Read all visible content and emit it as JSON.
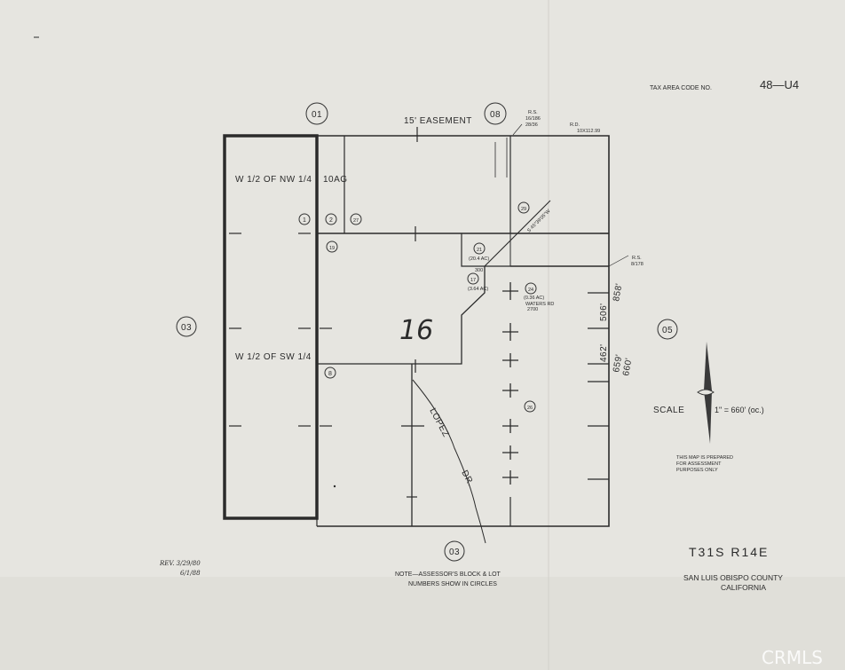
{
  "header": {
    "tax_area_label": "TAX AREA CODE NO.",
    "tax_area_code": "48—U4"
  },
  "map": {
    "page_number": "16",
    "adjacent_pages": {
      "north_left": "01",
      "north_right": "08",
      "west": "03",
      "east": "05",
      "south": "03"
    },
    "parcels": [
      "1",
      "2",
      "27",
      "19",
      "21",
      "17",
      "24",
      "29",
      "8",
      "26"
    ],
    "parcel_labels": {
      "w_half_nw": "W 1/2 OF NW 1/4",
      "w_half_sw": "W 1/2 OF SW 1/4",
      "ten_ac": "10AG",
      "p21_area": "(20.4 AC)",
      "p17_area": "(3.64 AC)",
      "p24_area": "(0.36 AC)",
      "waters_rd": "WATERS RD"
    },
    "easement": "15' EASEMENT",
    "road_name_1": "LOPEZ",
    "road_name_2": "DR.",
    "road_bearing": "S 45°39'05\"W",
    "rd_ref": "R.D.",
    "rd_ref_value": "10X112.99",
    "rs_top": "R.S.",
    "rs_top_2": "16/186",
    "rs_top_3": "28/36",
    "rs_right": "R.S.",
    "rs_right_2": "8/178",
    "dims": [
      "506'",
      "462'",
      "858'",
      "659'",
      "660'",
      "300",
      "2700"
    ]
  },
  "scale": {
    "label": "SCALE",
    "value": "1\" = 660' (oc.)"
  },
  "notes": {
    "assessment_1": "THIS MAP IS PREPARED",
    "assessment_2": "FOR ASSESSMENT",
    "assessment_3": "PURPOSES ONLY",
    "circles_1": "NOTE—ASSESSOR'S BLOCK & LOT",
    "circles_2": "NUMBERS SHOW IN CIRCLES"
  },
  "revision": {
    "rev": "REV. 3/29/80",
    "date2": "6/1/88"
  },
  "township": "T31S  R14E",
  "county_1": "SAN LUIS OBISPO COUNTY",
  "county_2": "CALIFORNIA",
  "watermark": "CRMLS",
  "colors": {
    "paper": "#e6e5e0",
    "ink": "#2b2b2b"
  }
}
